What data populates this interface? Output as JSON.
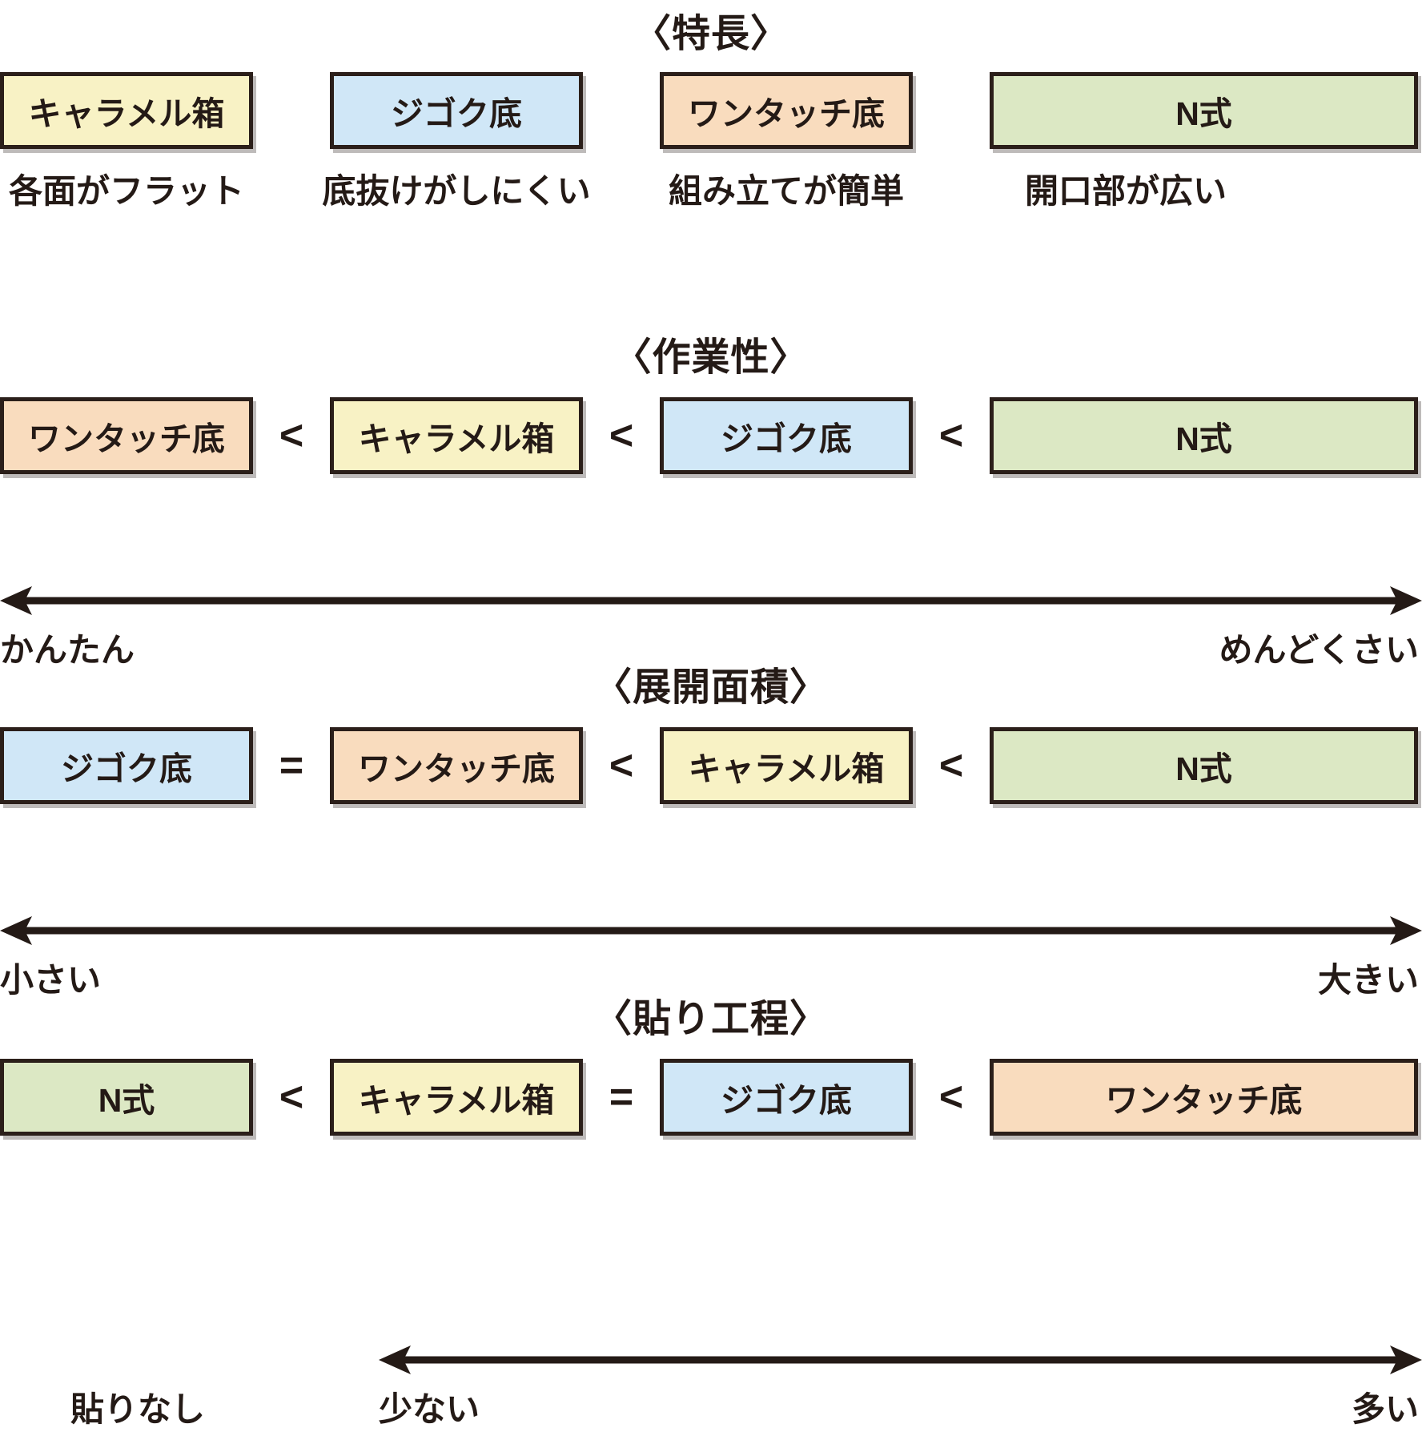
{
  "colors": {
    "cream": "#F8F2C5",
    "blue": "#D0E7F7",
    "peach": "#F9DCBE",
    "green": "#DCE8C4",
    "ink": "#241A16",
    "border": "#2B1F1A",
    "background": "#FFFFFF"
  },
  "box_types": {
    "caramel": "キャラメル箱",
    "jigoku": "ジゴク底",
    "onetouch": "ワンタッチ底",
    "nshiki": "N式"
  },
  "sections": [
    {
      "title": "〈特長〉",
      "boxes": [
        {
          "label": "キャラメル箱",
          "color": "cream"
        },
        {
          "label": "ジゴク底",
          "color": "blue"
        },
        {
          "label": "ワンタッチ底",
          "color": "peach"
        },
        {
          "label": "N式",
          "color": "green"
        }
      ],
      "captions": [
        "各面がフラット",
        "底抜けがしにくい",
        "組み立てが簡単",
        "開口部が広い"
      ],
      "operators": [],
      "axis": null
    },
    {
      "title": "〈作業性〉",
      "boxes": [
        {
          "label": "ワンタッチ底",
          "color": "peach"
        },
        {
          "label": "キャラメル箱",
          "color": "cream"
        },
        {
          "label": "ジゴク底",
          "color": "blue"
        },
        {
          "label": "N式",
          "color": "green"
        }
      ],
      "captions": [],
      "operators": [
        "<",
        "<",
        "<"
      ],
      "axis": {
        "left_label": "かんたん",
        "right_label": "めんどくさい",
        "full_width": true
      }
    },
    {
      "title": "〈展開面積〉",
      "boxes": [
        {
          "label": "ジゴク底",
          "color": "blue"
        },
        {
          "label": "ワンタッチ底",
          "color": "peach"
        },
        {
          "label": "キャラメル箱",
          "color": "cream"
        },
        {
          "label": "N式",
          "color": "green"
        }
      ],
      "captions": [],
      "operators": [
        "=",
        "<",
        "<"
      ],
      "axis": {
        "left_label": "小さい",
        "right_label": "大きい",
        "full_width": true
      }
    },
    {
      "title": "〈貼り工程〉",
      "boxes": [
        {
          "label": "N式",
          "color": "green"
        },
        {
          "label": "キャラメル箱",
          "color": "cream"
        },
        {
          "label": "ジゴク底",
          "color": "blue"
        },
        {
          "label": "ワンタッチ底",
          "color": "peach"
        }
      ],
      "captions": [],
      "operators": [
        "<",
        "=",
        "<"
      ],
      "axis": {
        "left_label": "少ない",
        "right_label": "多い",
        "extra_left_label": "貼りなし",
        "full_width": false
      }
    }
  ]
}
